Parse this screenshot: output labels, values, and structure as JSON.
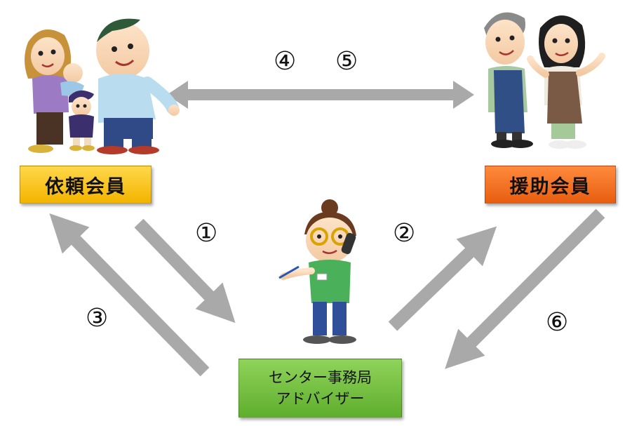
{
  "nodes": {
    "requester": {
      "label": "依頼会員",
      "color": "#f5b800"
    },
    "helper": {
      "label": "援助会員",
      "color": "#ee6a1c"
    },
    "center": {
      "line1": "センター事務局",
      "line2": "アドバイザー",
      "color": "#6cbb3c"
    }
  },
  "steps": {
    "s1": "①",
    "s2": "②",
    "s3": "③",
    "s4": "④",
    "s5": "⑤",
    "s6": "⑥"
  },
  "arrow_color": "#a9a9a9"
}
